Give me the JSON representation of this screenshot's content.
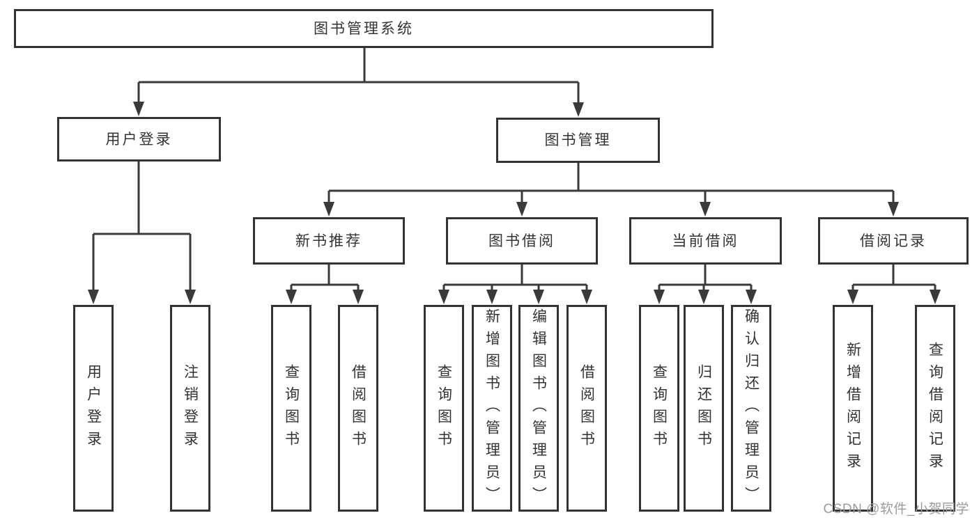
{
  "palette": {
    "line_color": "#3a3a3a",
    "box_border_color": "#333333",
    "text_color": "#333333",
    "watermark_color": "#9b9b9b",
    "background": "#ffffff"
  },
  "nodes": {
    "root": "图书管理系统",
    "level2": {
      "user_login": "用户登录",
      "book_mgmt": "图书管理"
    },
    "level3": {
      "new_book_rec": "新书推荐",
      "book_borrow": "图书借阅",
      "current_borrow": "当前借阅",
      "borrow_record": "借阅记录"
    },
    "leaves": {
      "user_login": "用户登录",
      "logout": "注销登录",
      "rec_query_books": "查询图书",
      "rec_borrow_books": "借阅图书",
      "bb_query_books": "查询图书",
      "bb_add_books": "新增图书（管理员）",
      "bb_edit_books": "编辑图书（管理员）",
      "bb_borrow_books": "借阅图书",
      "cb_query_books": "查询图书",
      "cb_return_books": "归还图书",
      "cb_confirm_return": "确认归还（管理员）",
      "br_add_record": "新增借阅记录",
      "br_query_record": "查询借阅记录"
    }
  },
  "watermark": "CSDN @软件_小贺同学"
}
